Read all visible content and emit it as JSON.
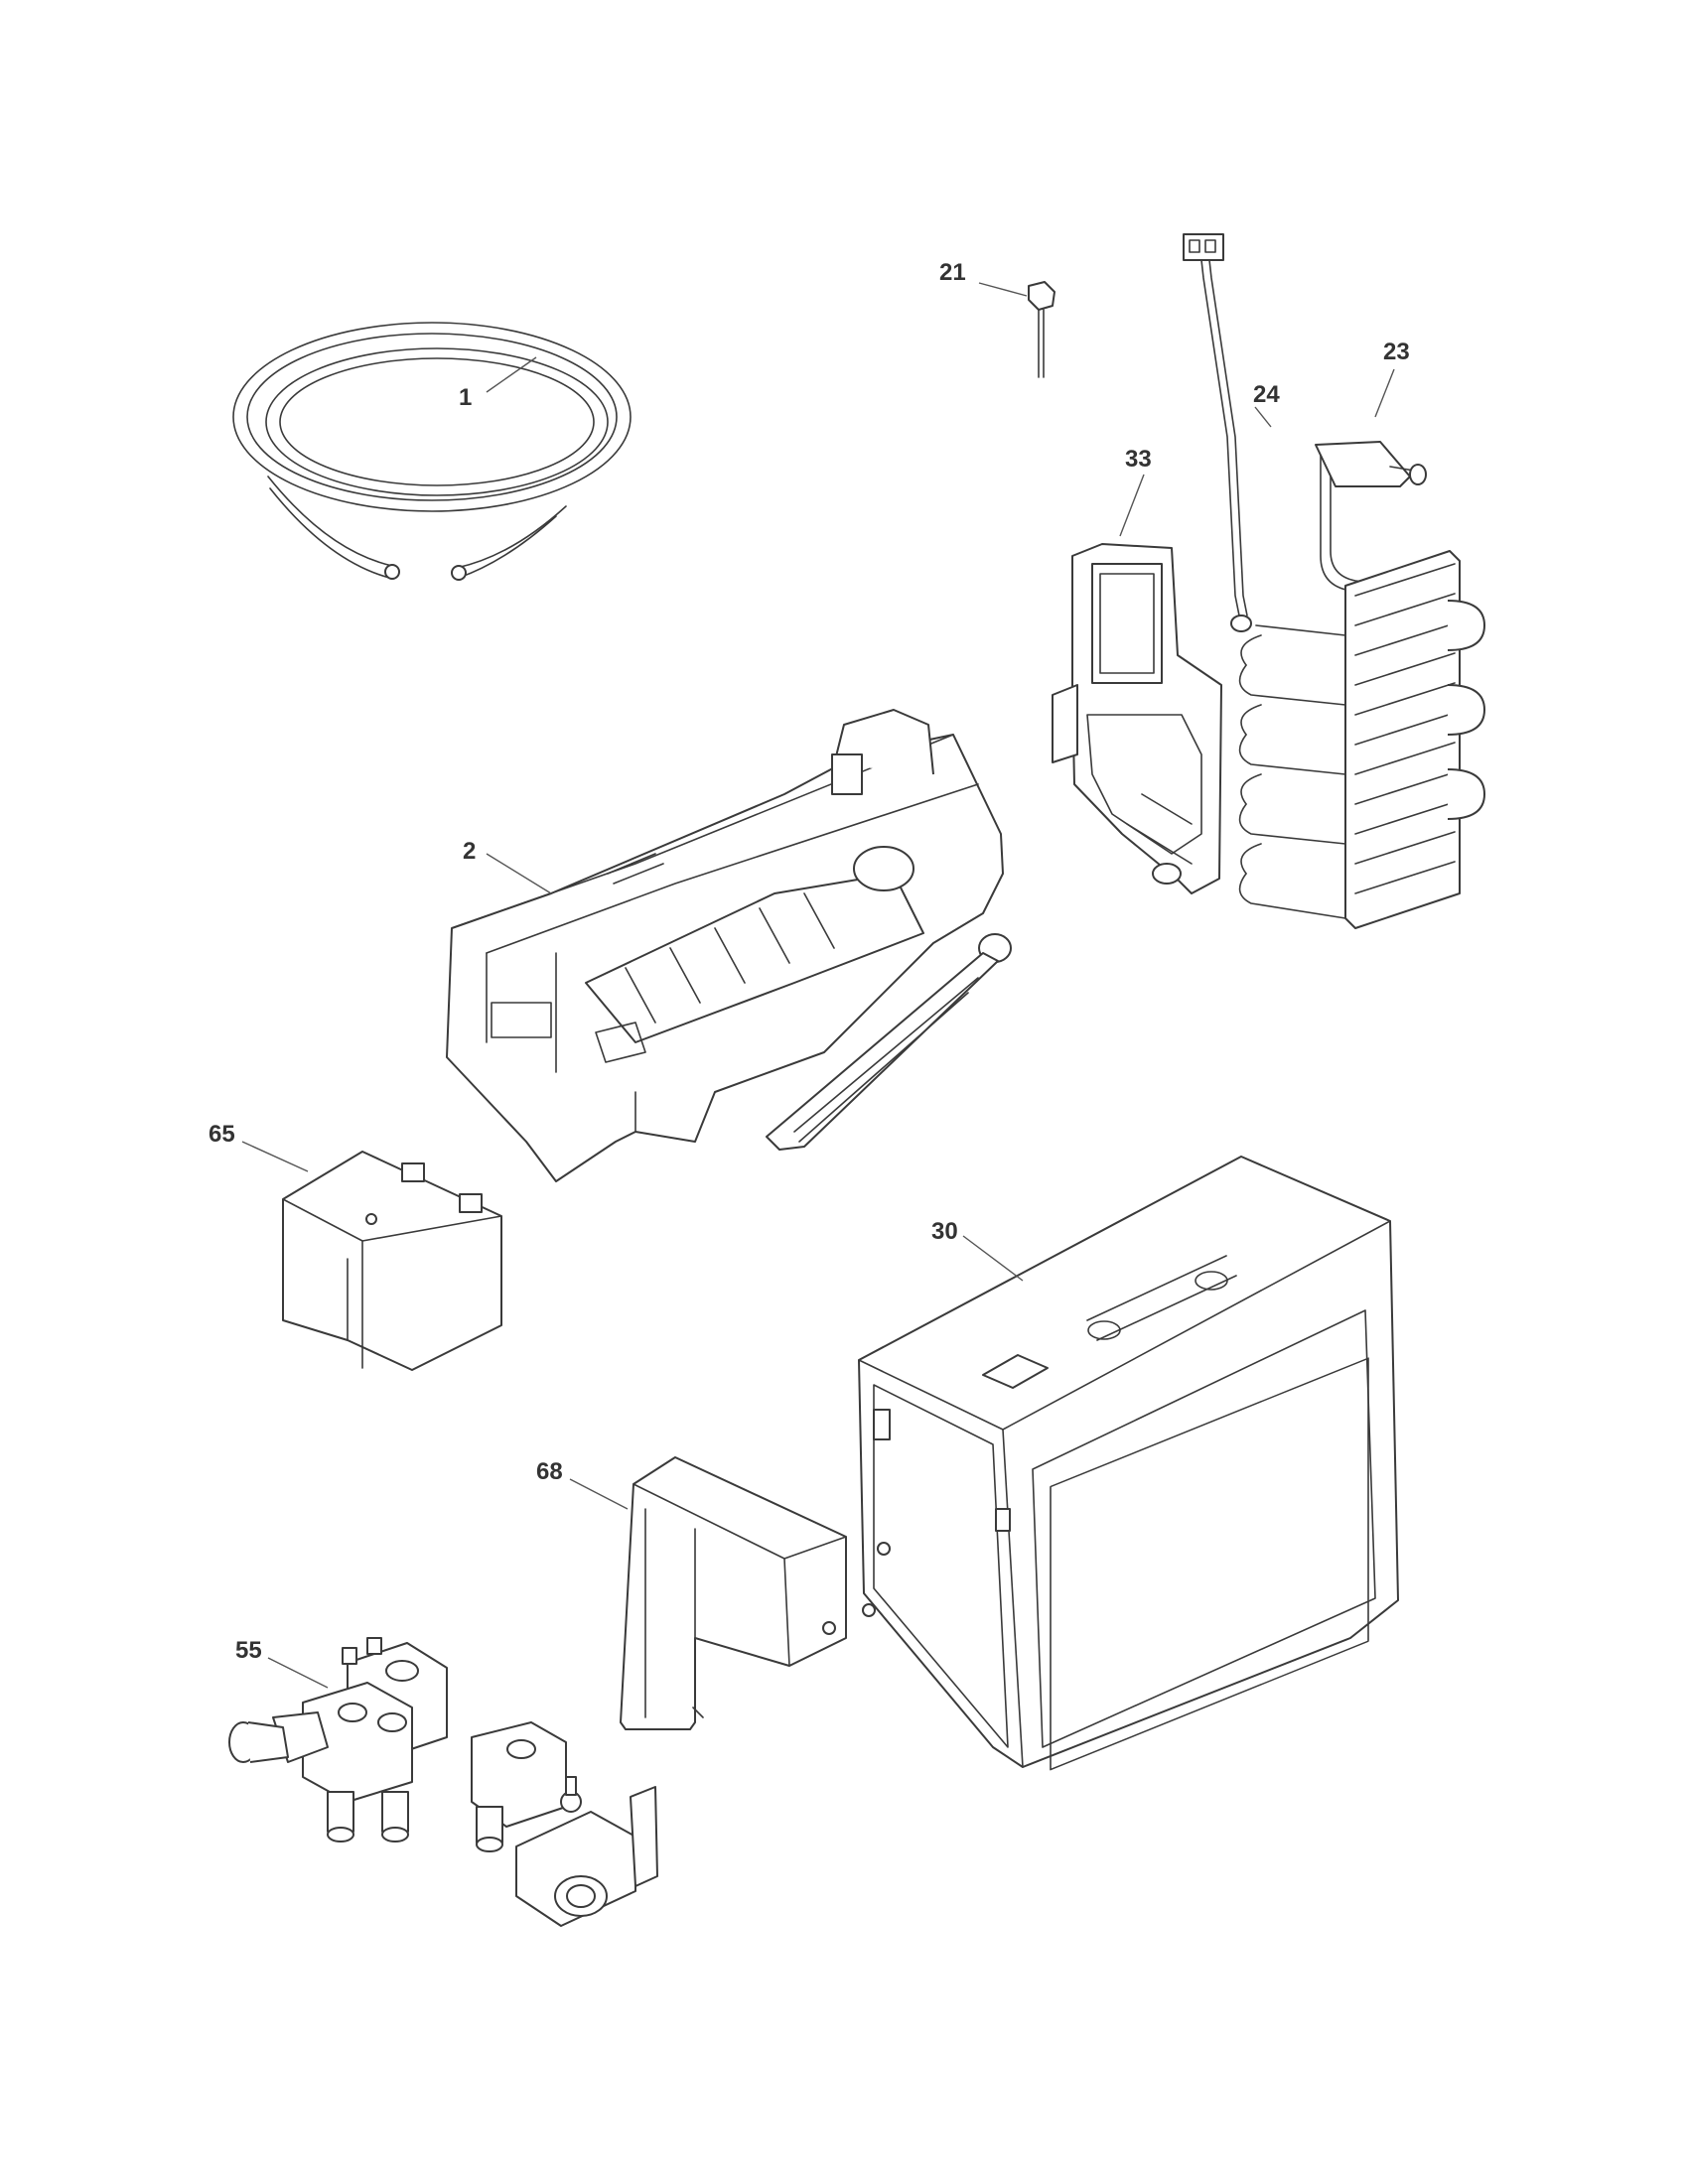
{
  "colors": {
    "line": "#3a3a3a",
    "label": "#333333",
    "background": "#ffffff"
  },
  "callouts": {
    "p1": "1",
    "p2": "2",
    "p21": "21",
    "p23": "23",
    "p24": "24",
    "p30": "30",
    "p33": "33",
    "p55": "55",
    "p65": "65",
    "p68": "68"
  }
}
